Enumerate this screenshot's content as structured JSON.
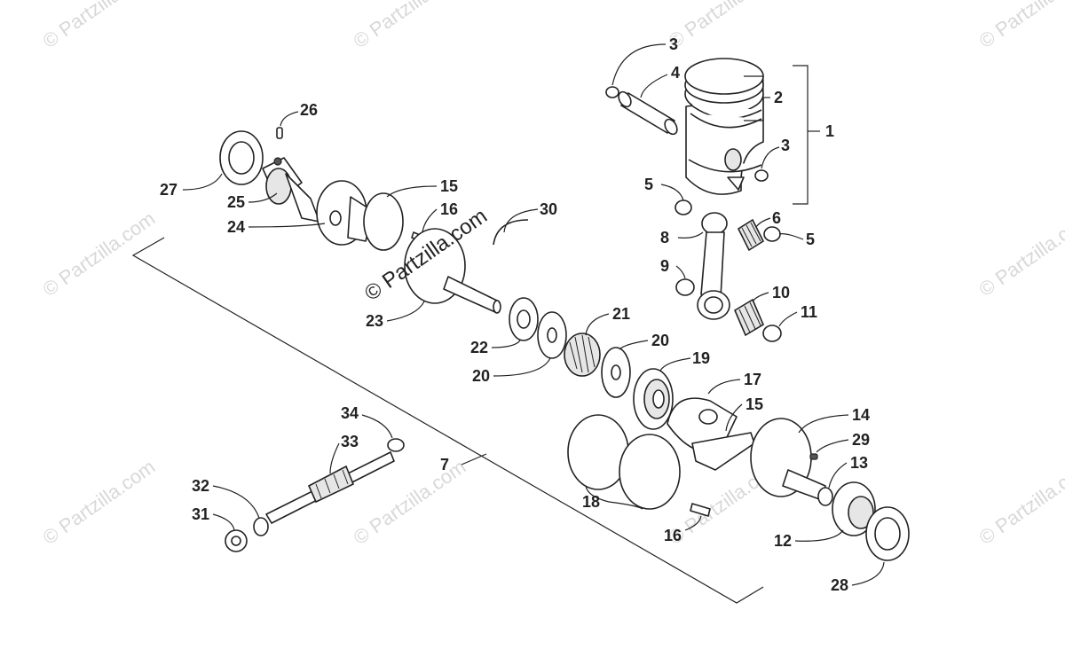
{
  "watermark": {
    "text": "© Partzilla.com",
    "center_text": "© Partzilla.com"
  },
  "callouts": [
    "1",
    "2",
    "3",
    "3",
    "4",
    "5",
    "5",
    "6",
    "7",
    "8",
    "9",
    "10",
    "11",
    "12",
    "13",
    "14",
    "15",
    "15",
    "16",
    "16",
    "17",
    "18",
    "19",
    "20",
    "20",
    "21",
    "22",
    "23",
    "24",
    "25",
    "26",
    "27",
    "28",
    "29",
    "30",
    "31",
    "32",
    "33",
    "34"
  ]
}
